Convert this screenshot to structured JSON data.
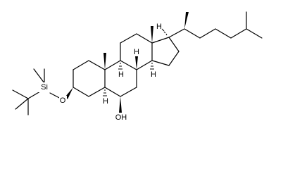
{
  "molecule": {
    "atom_labels": {
      "silicon": "Si",
      "ether_oxygen": "O",
      "hydroxyl": "OH",
      "h_c8": "H",
      "h_c9": "H",
      "h_c14": "H",
      "h_c17": "H",
      "h_c5": "H"
    }
  }
}
